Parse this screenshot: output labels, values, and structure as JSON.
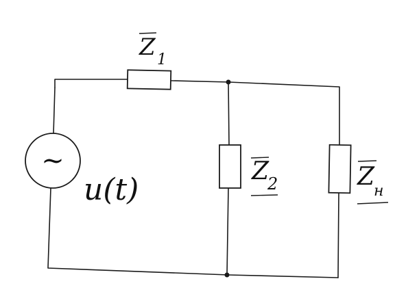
{
  "diagram": {
    "source": {
      "symbol": "~",
      "label": "u(t)"
    },
    "z1": {
      "letter": "Z",
      "sub": "1"
    },
    "z2": {
      "letter": "Z",
      "sub": "2"
    },
    "zn": {
      "letter": "Z",
      "sub": "н"
    }
  }
}
